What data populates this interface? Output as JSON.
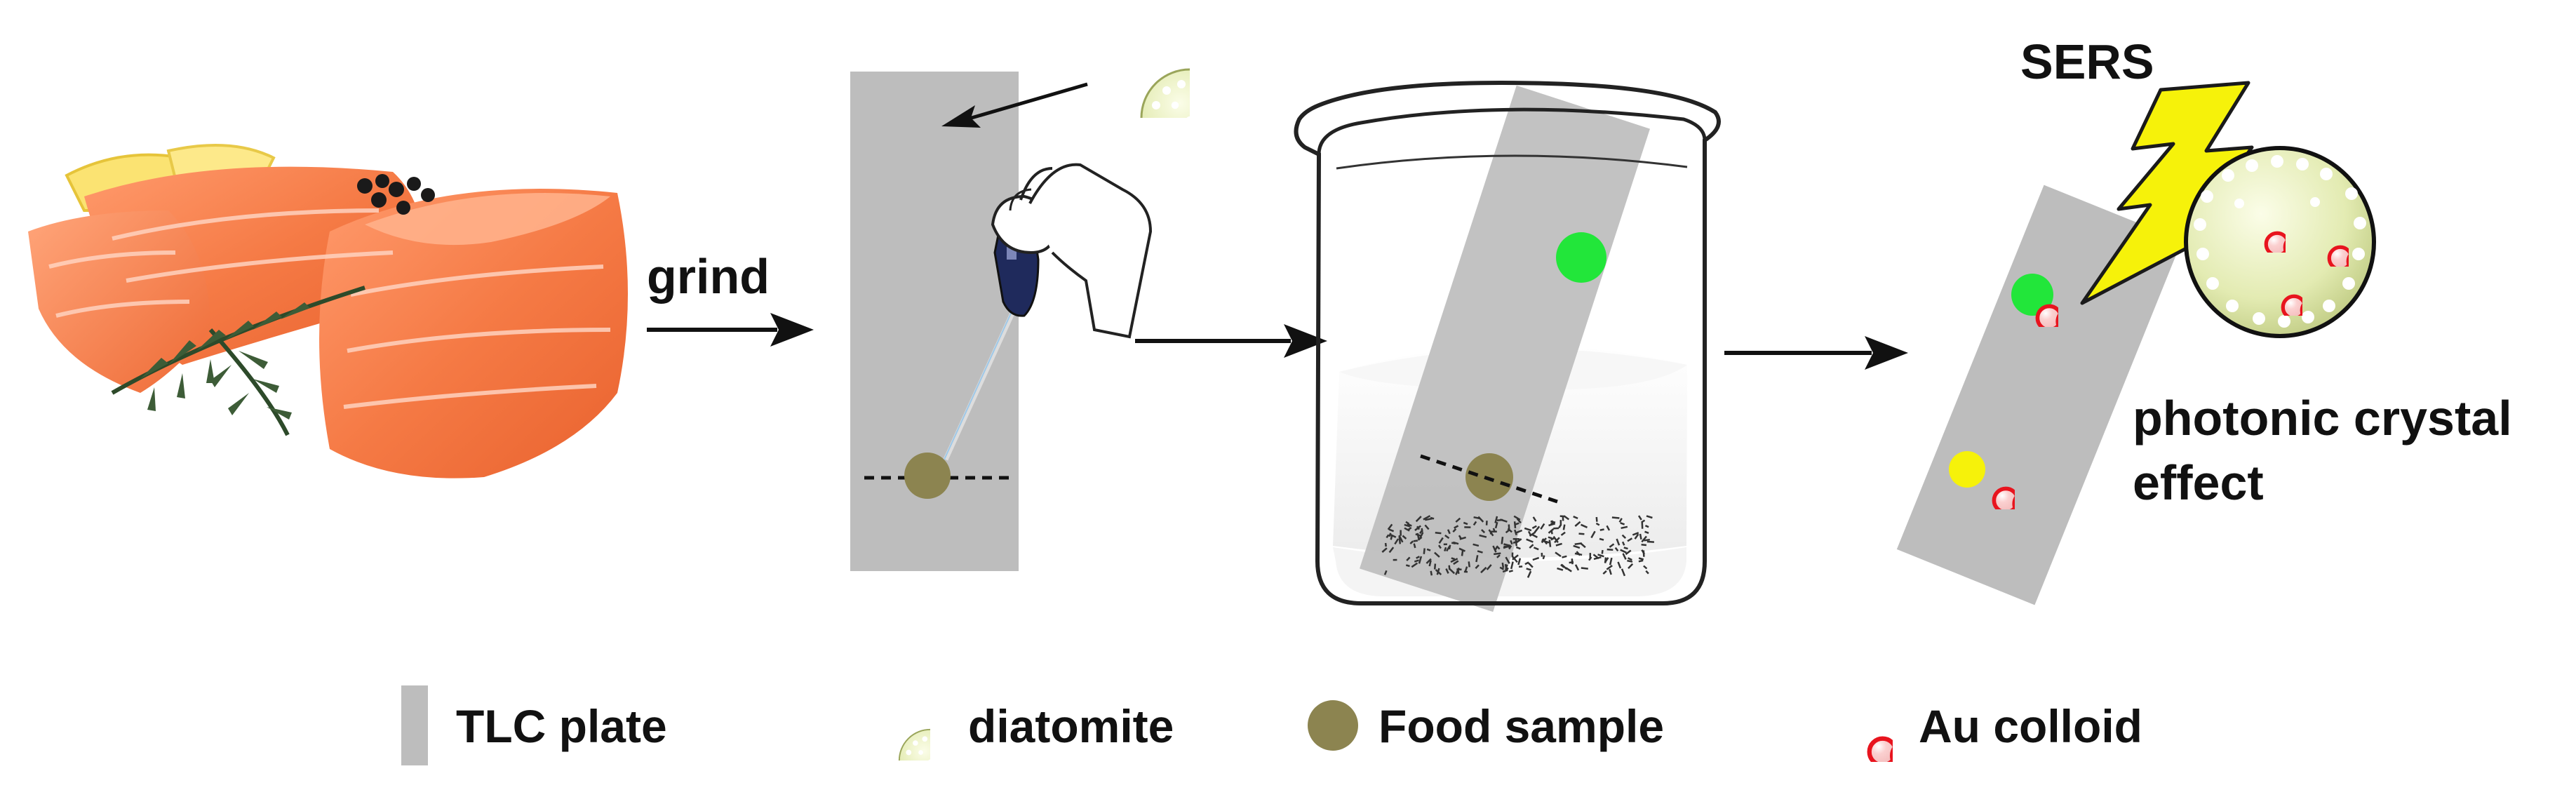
{
  "labels": {
    "grind": "grind",
    "sers": "SERS",
    "photonic_line1": "photonic crystal",
    "photonic_line2": "effect"
  },
  "legend": {
    "tlc_plate": "TLC plate",
    "diatomite": "diatomite",
    "food_sample": "Food sample",
    "au_colloid": "Au colloid"
  },
  "colors": {
    "tlc_plate": "#bdbdbd",
    "food_sample": "#8c8450",
    "green_spot": "#22e63a",
    "au_colloid": "#e8141e",
    "lightning": "#f6f20a",
    "diatomite": "#e6ecb8"
  }
}
